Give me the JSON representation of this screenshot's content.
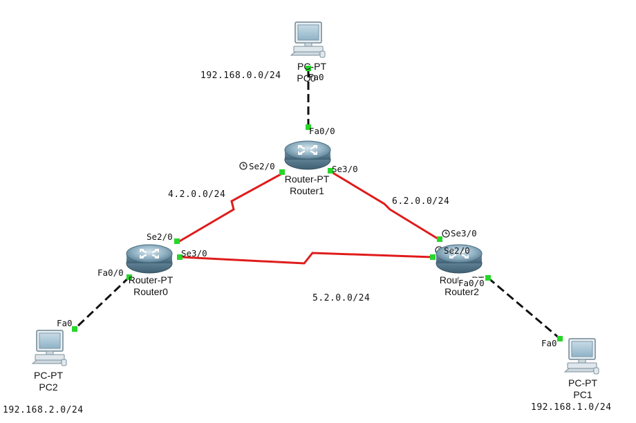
{
  "colors": {
    "serial_link": "#e01b1b",
    "ethernet_link": "#111111",
    "port_up": "#27d62a"
  },
  "networks": {
    "net_pc0": "192.168.0.0/24",
    "net_r1_r0": "4.2.0.0/24",
    "net_r1_r2": "6.2.0.0/24",
    "net_r0_r2": "5.2.0.0/24",
    "net_pc2": "192.168.2.0/24",
    "net_pc1": "192.168.1.0/24"
  },
  "devices": {
    "pc0": {
      "type": "PC-PT",
      "name": "PC0"
    },
    "router1": {
      "type": "Router-PT",
      "name": "Router1"
    },
    "router0": {
      "type": "Router-PT",
      "name": "Router0"
    },
    "router2": {
      "type": "Router-PT",
      "name": "Router2"
    },
    "pc2": {
      "type": "PC-PT",
      "name": "PC2"
    },
    "pc1": {
      "type": "PC-PT",
      "name": "PC1"
    }
  },
  "ports": {
    "pc0_fa0": "Fa0",
    "r1_fa0_0": "Fa0/0",
    "r1_se2_0": "Se2/0",
    "r1_se3_0": "Se3/0",
    "r0_se2_0": "Se2/0",
    "r0_se3_0": "Se3/0",
    "r0_fa0_0": "Fa0/0",
    "r2_se3_0": "Se3/0",
    "r2_se2_0": "Se2/0",
    "r2_fa0_0": "Fa0/0",
    "pc2_fa0": "Fa0",
    "pc1_fa0": "Fa0"
  },
  "icons": {
    "router": "router-icon",
    "pc": "pc-icon",
    "clock": "clock-icon"
  }
}
